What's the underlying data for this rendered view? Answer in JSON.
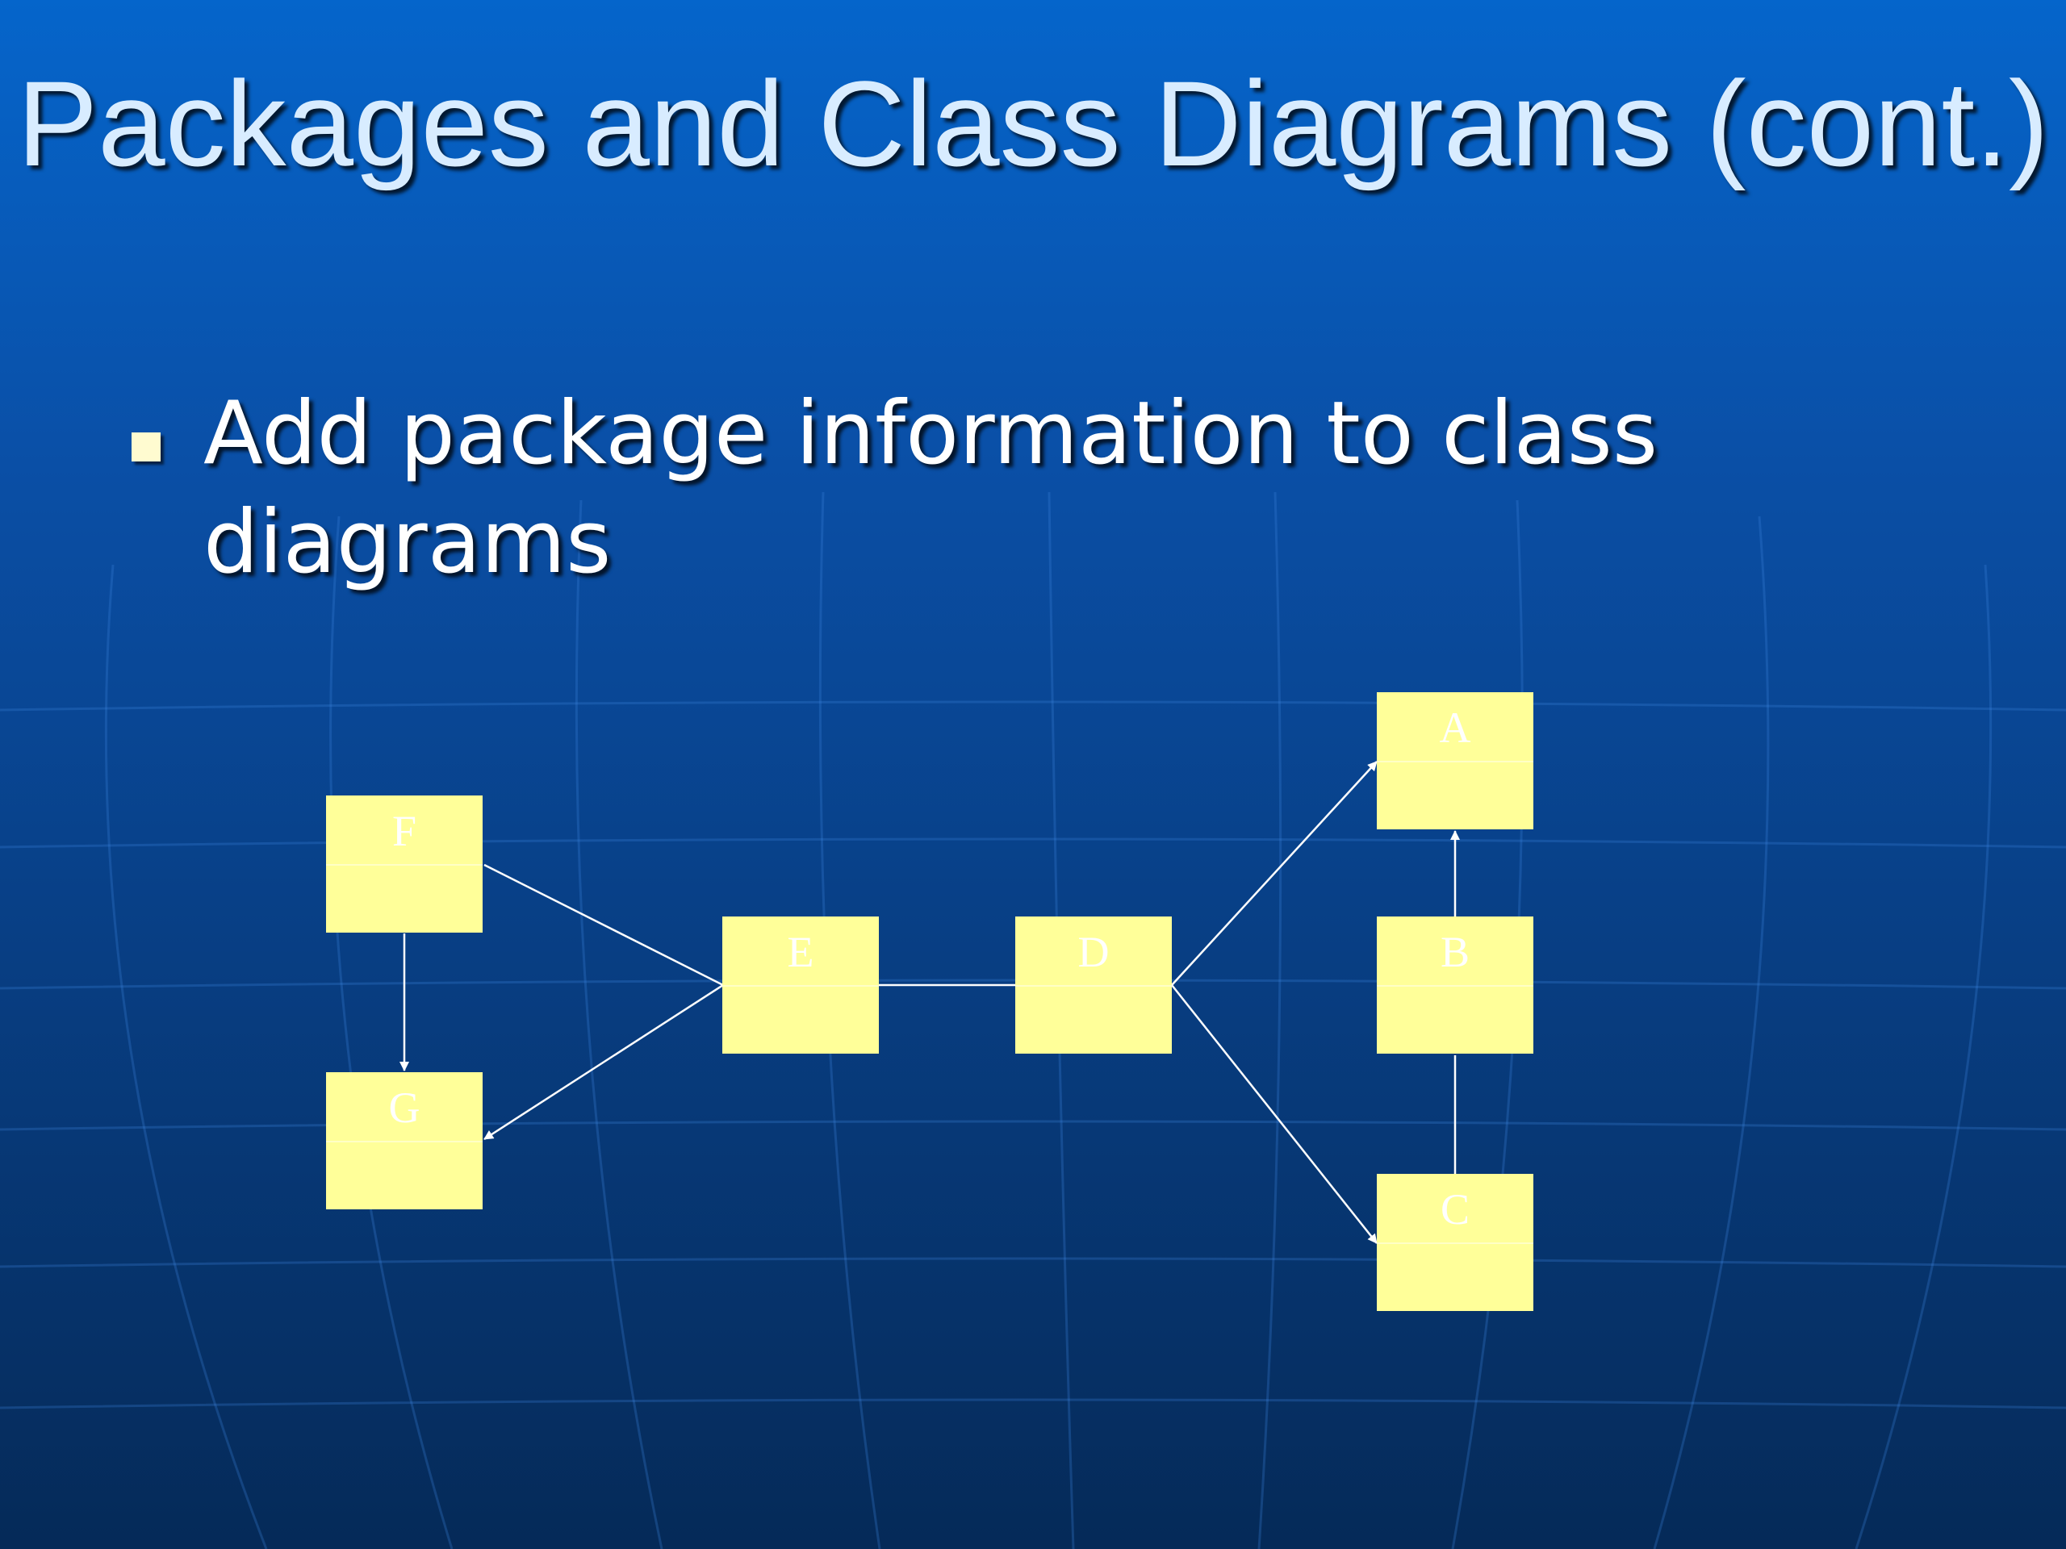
{
  "slide": {
    "title": "Packages and Class Diagrams (cont.)",
    "bullet": "Add package information to class diagrams"
  },
  "diagram": {
    "nodes": [
      {
        "id": "A",
        "label": "A"
      },
      {
        "id": "B",
        "label": "B"
      },
      {
        "id": "C",
        "label": "C"
      },
      {
        "id": "D",
        "label": "D"
      },
      {
        "id": "E",
        "label": "E"
      },
      {
        "id": "F",
        "label": "F"
      },
      {
        "id": "G",
        "label": "G"
      }
    ],
    "edges": [
      {
        "from": "F",
        "to": "E",
        "arrow": false
      },
      {
        "from": "E",
        "to": "G",
        "arrow": true
      },
      {
        "from": "F",
        "to": "G",
        "arrow": true
      },
      {
        "from": "E",
        "to": "D",
        "arrow": false
      },
      {
        "from": "D",
        "to": "A",
        "arrow": true
      },
      {
        "from": "D",
        "to": "C",
        "arrow": true
      },
      {
        "from": "B",
        "to": "A",
        "arrow": true
      },
      {
        "from": "C",
        "to": "B",
        "arrow": false
      }
    ]
  },
  "colors": {
    "node_fill": "#ffff99",
    "edge": "#ffffff",
    "title": "#d8ecff"
  }
}
